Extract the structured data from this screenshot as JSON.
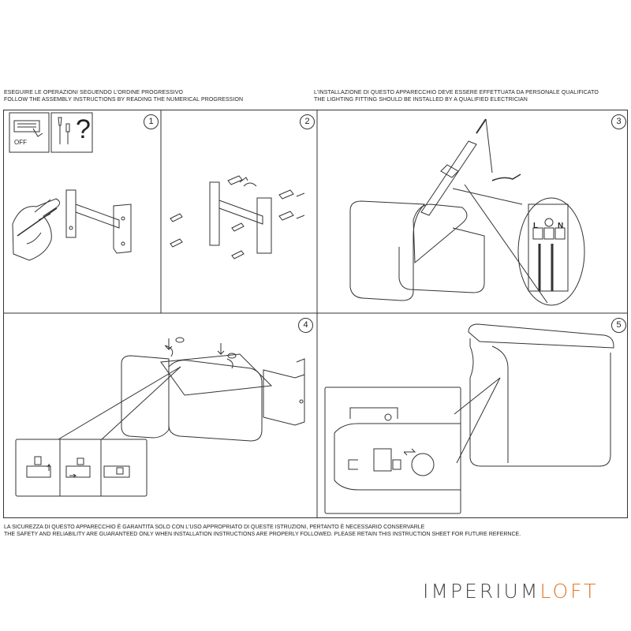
{
  "header": {
    "left_line1": "ESEGUIRE LE OPERAZIONI SEGUENDO L'ORDINE PROGRESSIVO",
    "left_line2": "FOLLOW THE ASSEMBLY INSTRUCTIONS BY READING THE NUMERICAL PROGRESSION",
    "right_line1": "L'INSTALLAZIONE DI QUESTO APPARECCHIO DEVE ESSERE EFFETTUATA DA PERSONALE QUALIFICATO",
    "right_line2": "THE LIGHTING FITTING SHOULD BE INSTALLED BY A QUALIFIED ELECTRICIAN"
  },
  "steps": [
    "1",
    "2",
    "3",
    "4",
    "5"
  ],
  "step1": {
    "switch_label": "OFF",
    "question_mark": "?"
  },
  "step3": {
    "terminal_L": "L",
    "terminal_N": "N"
  },
  "footer": {
    "line1": "LA SICUREZZA DI QUESTO APPARECCHIO È GARANTITA SOLO CON L'USO APPROPRIATO DI QUESTE ISTRUZIONI, PERTANTO È NECESSARIO CONSERVARLE",
    "line2": "THE SAFETY AND RELIABILITY ARE GUARANTEED ONLY WHEN INSTALLATION INSTRUCTIONS ARE PROPERLY FOLLOWED. PLEASE RETAIN THIS INSTRUCTION SHEET FOR FUTURE REFERNCE."
  },
  "brand": {
    "part1": "IMPERIUM",
    "part2": "LOFT"
  },
  "colors": {
    "line": "#333333",
    "brand_gray": "#4a4a4a",
    "brand_orange": "#e0762a"
  }
}
